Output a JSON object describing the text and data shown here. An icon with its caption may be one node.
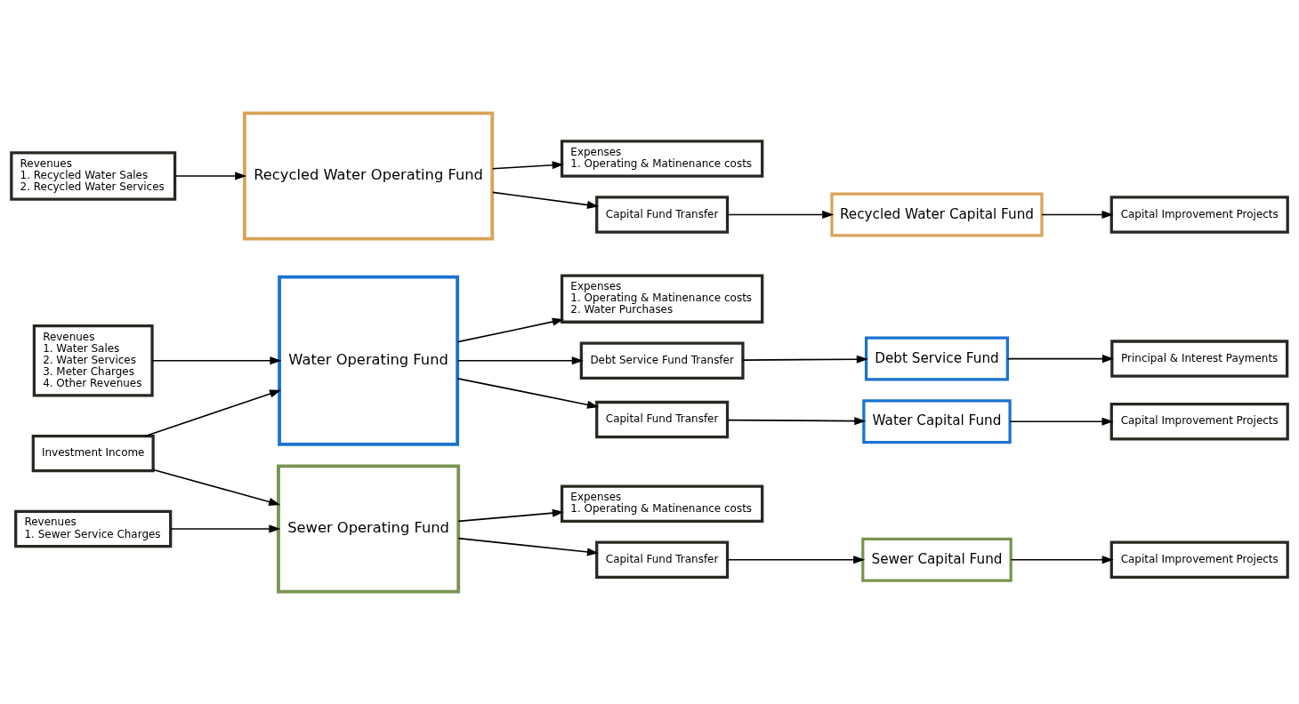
{
  "diagram": {
    "nodes": [
      {
        "text": [
          "Revenues",
          "1. Water Sales",
          "2. Water Services",
          "3. Meter Charges",
          "4. Other Revenues"
        ]
      },
      {
        "text": [
          "Water Operating Fund"
        ]
      },
      {
        "text": [
          "Expenses",
          "1. Operating & Matinenance costs",
          "2. Water Purchases"
        ]
      },
      {
        "text": [
          "Debt Service Fund Transfer"
        ]
      },
      {
        "text": [
          "Debt Service Fund"
        ]
      },
      {
        "text": [
          "Principal & Interest Payments"
        ]
      },
      {
        "text": [
          "Capital Fund Transfer"
        ]
      },
      {
        "text": [
          "Water Capital Fund"
        ]
      },
      {
        "text": [
          "Capital Improvement Projects"
        ]
      },
      {
        "text": [
          "Investment Income"
        ]
      },
      {
        "text": [
          "Sewer Operating Fund"
        ]
      },
      {
        "text": [
          "Expenses",
          "1. Operating & Matinenance costs"
        ]
      },
      {
        "text": [
          "Revenues",
          "1. Sewer Service Charges"
        ]
      },
      {
        "text": [
          "Capital Fund Transfer"
        ]
      },
      {
        "text": [
          "Sewer Capital Fund"
        ]
      },
      {
        "text": [
          "Capital Improvement Projects"
        ]
      },
      {
        "text": [
          "Expenses",
          "1. Operating & Matinenance costs"
        ]
      },
      {
        "text": [
          "Revenues",
          "1. Recycled Water Sales",
          "2. Recycled Water Services"
        ]
      },
      {
        "text": [
          "Recycled Water Operating Fund"
        ]
      },
      {
        "text": [
          "Capital Fund Transfer"
        ]
      },
      {
        "text": [
          "Recycled Water Capital Fund"
        ]
      },
      {
        "text": [
          "Capital Improvement Projects"
        ]
      }
    ],
    "edges": [
      {
        "from": 0,
        "to": 1,
        "arrow": "to"
      },
      {
        "from": 1,
        "to": 2,
        "arrow": "to"
      },
      {
        "from": 1,
        "to": 3,
        "arrow": "to"
      },
      {
        "from": 3,
        "to": 4,
        "arrow": "to"
      },
      {
        "from": 4,
        "to": 5,
        "arrow": "to"
      },
      {
        "from": 1,
        "to": 6,
        "arrow": "to"
      },
      {
        "from": 6,
        "to": 7,
        "arrow": "to"
      },
      {
        "from": 7,
        "to": 8,
        "arrow": "to"
      },
      {
        "from": 9,
        "to": 1,
        "arrow": "to"
      },
      {
        "from": 9,
        "to": 10,
        "arrow": "to"
      },
      {
        "from": 12,
        "to": 10,
        "arrow": "to"
      },
      {
        "from": 10,
        "to": 11,
        "arrow": "to"
      },
      {
        "from": 10,
        "to": 13,
        "arrow": "to"
      },
      {
        "from": 13,
        "to": 14,
        "arrow": "to"
      },
      {
        "from": 14,
        "to": 15,
        "arrow": "to"
      },
      {
        "from": 17,
        "to": 18,
        "arrow": "to"
      },
      {
        "from": 18,
        "to": 16,
        "arrow": "to"
      },
      {
        "from": 18,
        "to": 19,
        "arrow": "to"
      },
      {
        "from": 19,
        "to": 20,
        "arrow": "to"
      },
      {
        "from": 20,
        "to": 21,
        "arrow": "to"
      }
    ]
  }
}
